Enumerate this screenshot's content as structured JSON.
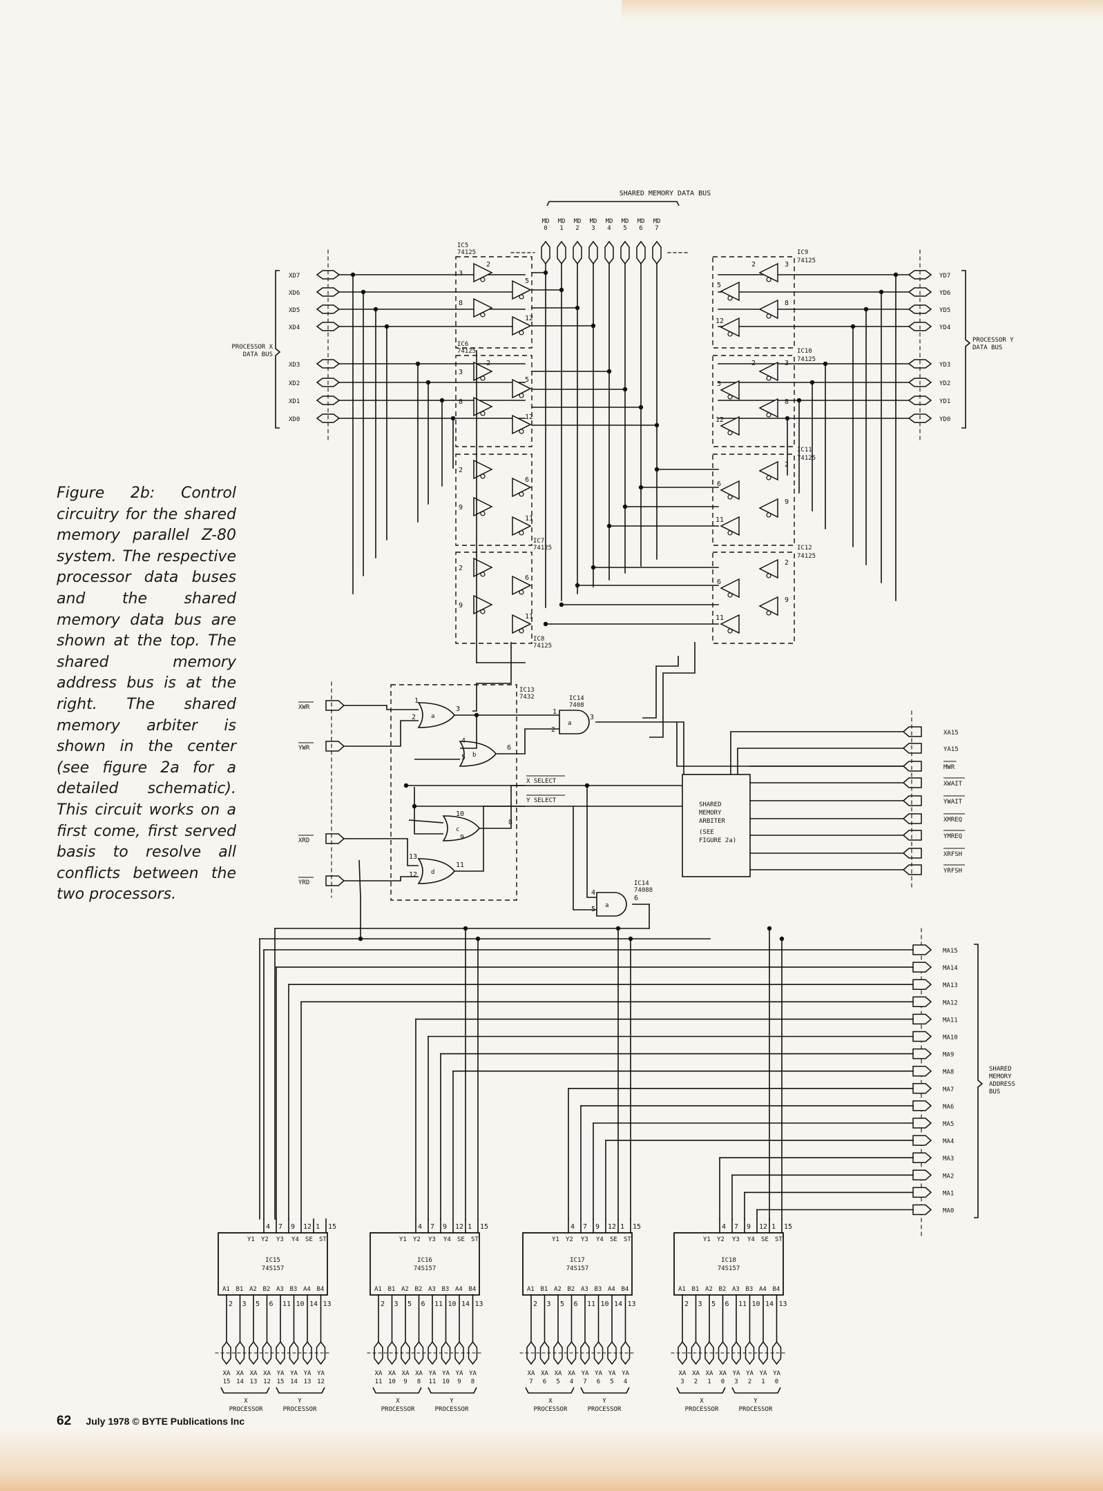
{
  "caption": "Figure 2b: Control circuitry for the shared memory parallel Z-80 system. The respective processor data buses and the shared memory data bus are shown at the top. The shared memory address bus is at the right. The shared memory arbiter is shown in the center (see figure 2a for a detailed schematic). This circuit works on a first come, first served basis to resolve all conflicts between the two processors.",
  "footer": {
    "page": "62",
    "credit": "July 1978 © BYTE Publications Inc"
  },
  "labels": {
    "shared_data_bus": "SHARED MEMORY DATA BUS",
    "proc_x_data_1": "PROCESSOR X",
    "proc_x_data_2": "DATA BUS",
    "proc_y_data_1": "PROCESSOR Y",
    "proc_y_data_2": "DATA BUS",
    "shared_addr_1": "SHARED",
    "shared_addr_2": "MEMORY",
    "shared_addr_3": "ADDRESS",
    "shared_addr_4": "BUS",
    "x_select": "X SELECT",
    "y_select": "Y SELECT",
    "arbiter_1": "SHARED",
    "arbiter_2": "MEMORY",
    "arbiter_3": "ARBITER",
    "arbiter_4": "(SEE",
    "arbiter_5": "FIGURE 2a)",
    "x_processor_1": "X",
    "x_processor_2": "PROCESSOR",
    "y_processor_1": "Y",
    "y_processor_2": "PROCESSOR"
  },
  "md_lines": [
    "MD 0",
    "MD 1",
    "MD 2",
    "MD 3",
    "MD 4",
    "MD 5",
    "MD 6",
    "MD 7"
  ],
  "x_data_lines": [
    "XD7",
    "XD6",
    "XD5",
    "XD4",
    "XD3",
    "XD2",
    "XD1",
    "XD0"
  ],
  "y_data_lines": [
    "YD7",
    "YD6",
    "YD5",
    "YD4",
    "YD3",
    "YD2",
    "YD1",
    "YD0"
  ],
  "control_inputs": [
    "XWR",
    "YWR",
    "XRD",
    "YRD"
  ],
  "control_outputs": [
    "XA15",
    "YA15",
    "MWR",
    "XWAIT",
    "YWAIT",
    "XMREQ",
    "YMREQ",
    "XRFSH",
    "YRFSH"
  ],
  "ma_lines": [
    "MA15",
    "MA14",
    "MA13",
    "MA12",
    "MA11",
    "MA10",
    "MA9",
    "MA8",
    "MA7",
    "MA6",
    "MA5",
    "MA4",
    "MA3",
    "MA2",
    "MA1",
    "MA0"
  ],
  "buffer_ics": [
    {
      "name": "IC5",
      "part": "74125"
    },
    {
      "name": "IC6",
      "part": "74125"
    },
    {
      "name": "IC7",
      "part": "74125"
    },
    {
      "name": "IC8",
      "part": "74125"
    },
    {
      "name": "IC9",
      "part": "74125"
    },
    {
      "name": "IC10",
      "part": "74125"
    },
    {
      "name": "IC11",
      "part": "74125"
    },
    {
      "name": "IC12",
      "part": "74125"
    }
  ],
  "gate_ics": [
    {
      "name": "IC13",
      "part": "7432"
    },
    {
      "name": "IC14",
      "part": "7408"
    },
    {
      "name": "IC14",
      "part": "74088"
    }
  ],
  "mux_ics": [
    {
      "name": "IC15",
      "part": "74S157",
      "inputs": [
        "XA 15",
        "XA 14",
        "XA 13",
        "XA 12",
        "YA 15",
        "YA 14",
        "YA 13",
        "YA 12"
      ]
    },
    {
      "name": "IC16",
      "part": "74S157",
      "inputs": [
        "XA 11",
        "XA 10",
        "XA 9",
        "XA 8",
        "YA 11",
        "YA 10",
        "YA 9",
        "YA 8"
      ]
    },
    {
      "name": "IC17",
      "part": "74S157",
      "inputs": [
        "XA 7",
        "XA 6",
        "XA 5",
        "XA 4",
        "YA 7",
        "YA 6",
        "YA 5",
        "YA 4"
      ]
    },
    {
      "name": "IC18",
      "part": "74S157",
      "inputs": [
        "XA 3",
        "XA 2",
        "XA 1",
        "XA 0",
        "YA 3",
        "YA 2",
        "YA 1",
        "YA 0"
      ]
    }
  ],
  "mux_top_pins": [
    "4",
    "7",
    "9",
    "12",
    "1",
    "15"
  ],
  "mux_top_names": [
    "Y1",
    "Y2",
    "Y3",
    "Y4",
    "SE",
    "ST"
  ],
  "mux_bottom_names": [
    "A1",
    "B1",
    "A2",
    "B2",
    "A3",
    "B3",
    "A4",
    "B4"
  ],
  "mux_bottom_pins": [
    "2",
    "3",
    "5",
    "6",
    "11",
    "10",
    "14",
    "13"
  ]
}
